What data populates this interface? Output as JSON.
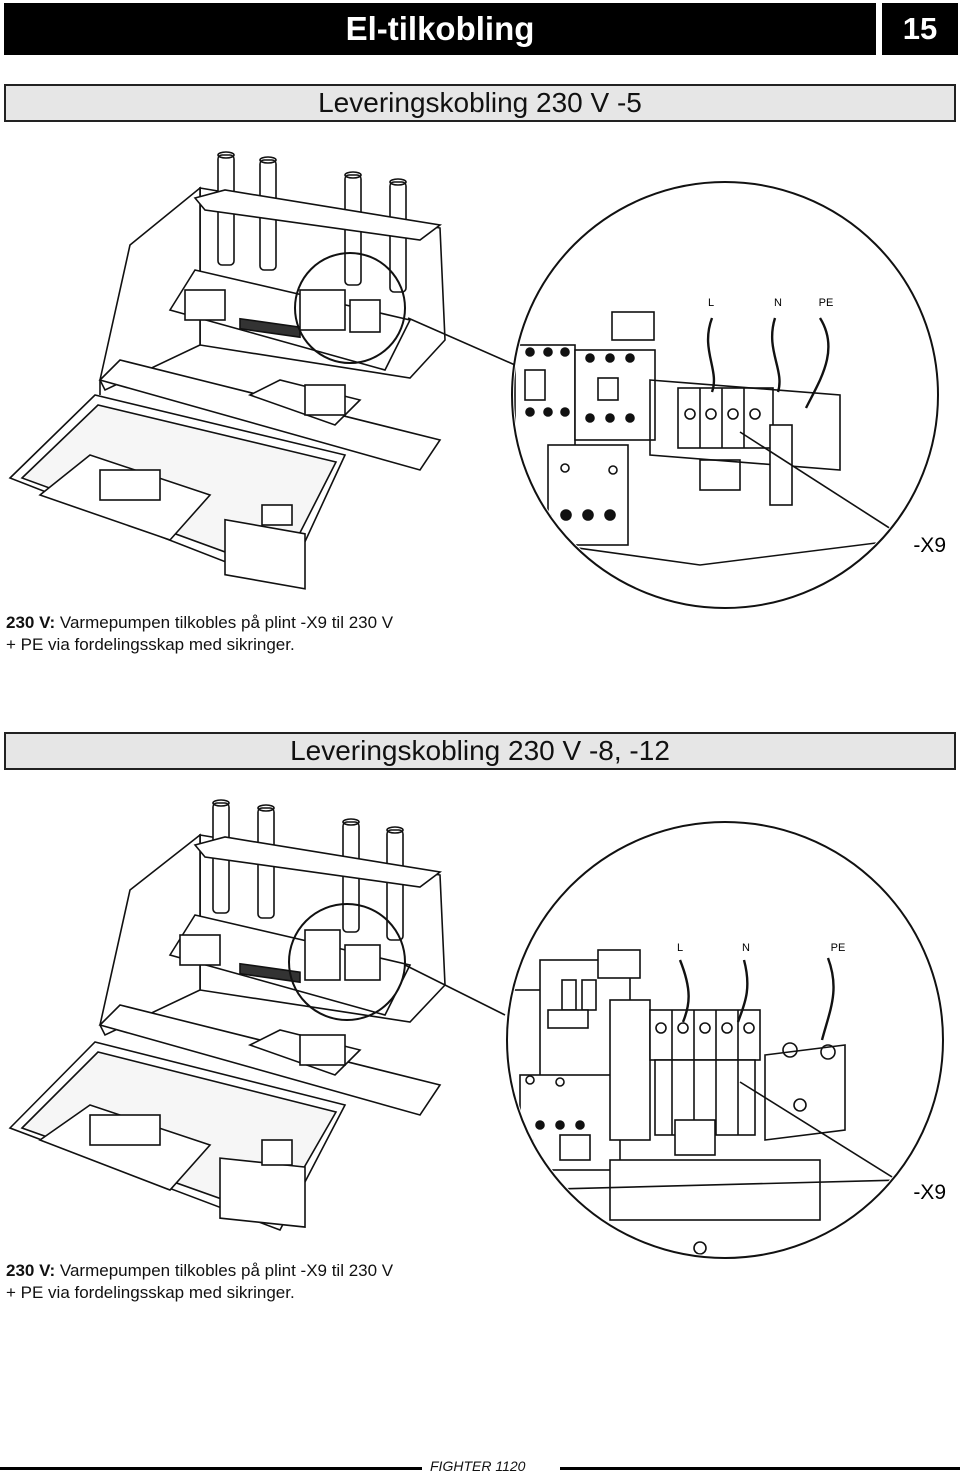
{
  "header": {
    "title": "El-tilkobling",
    "page_number": "15"
  },
  "section1": {
    "title": "Leveringskobling 230 V -5",
    "labels": {
      "l": "L",
      "n": "N",
      "pe": "PE",
      "terminal": "-X9"
    },
    "caption_bold": "230 V:",
    "caption_line1": " Varmepumpen tilkobles på plint -X9 til 230 V",
    "caption_line2": "+ PE via fordelingsskap med sikringer."
  },
  "section2": {
    "title": "Leveringskobling 230 V -8, -12",
    "labels": {
      "l": "L",
      "n": "N",
      "pe": "PE",
      "terminal": "-X9"
    },
    "caption_bold": "230 V:",
    "caption_line1": " Varmepumpen tilkobles på plint -X9 til 230 V",
    "caption_line2": "+ PE via fordelingsskap med sikringer."
  },
  "footer": {
    "text": "FIGHTER 1120"
  }
}
